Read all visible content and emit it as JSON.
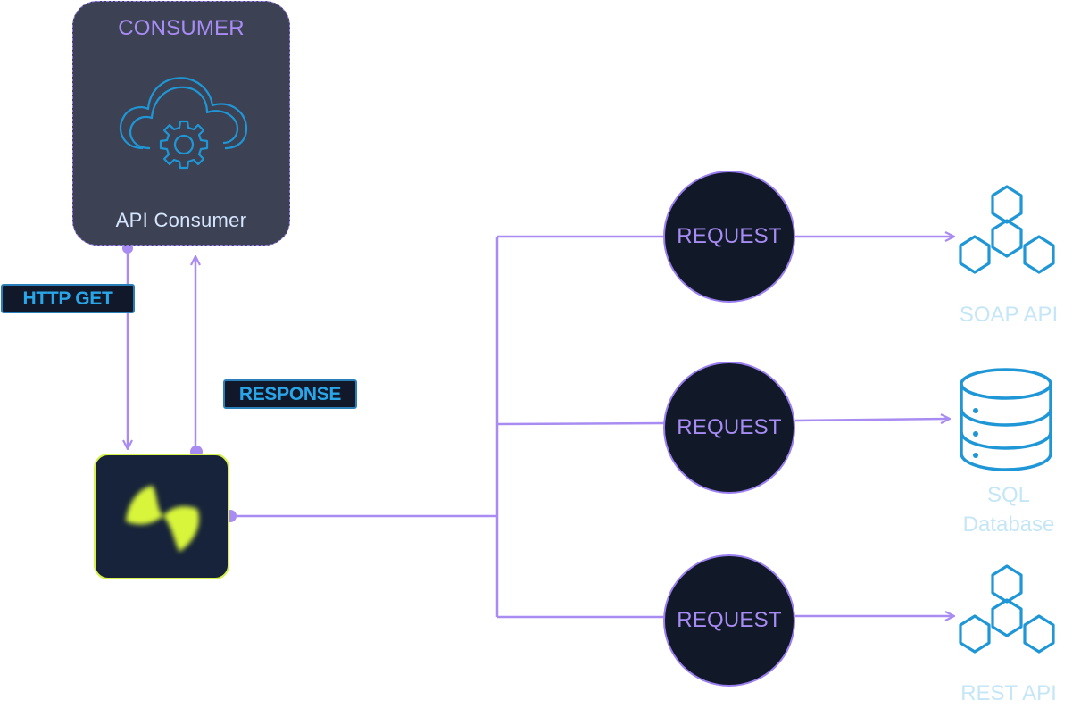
{
  "consumer": {
    "title": "CONSUMER",
    "caption": "API Consumer",
    "icon": "cloud-gear-icon"
  },
  "labels": {
    "http_get": "HTTP GET",
    "response": "RESPONSE"
  },
  "gateway": {
    "icon": "gateway-logo-icon"
  },
  "requests": [
    {
      "label": "REQUEST"
    },
    {
      "label": "REQUEST"
    },
    {
      "label": "REQUEST"
    }
  ],
  "targets": [
    {
      "label": "SOAP API",
      "icon": "hexagon-cluster-icon"
    },
    {
      "label": "SQL\nDatabase",
      "icon": "database-icon"
    },
    {
      "label": "REST API",
      "icon": "hexagon-cluster-icon"
    }
  ],
  "colors": {
    "connector": "#a98cf2",
    "consumer_bg": "#3c4254",
    "node_bg": "#111827",
    "icon_blue": "#1f96d6",
    "gateway_accent": "#d6f24a",
    "target_label": "#c5e6f6"
  }
}
